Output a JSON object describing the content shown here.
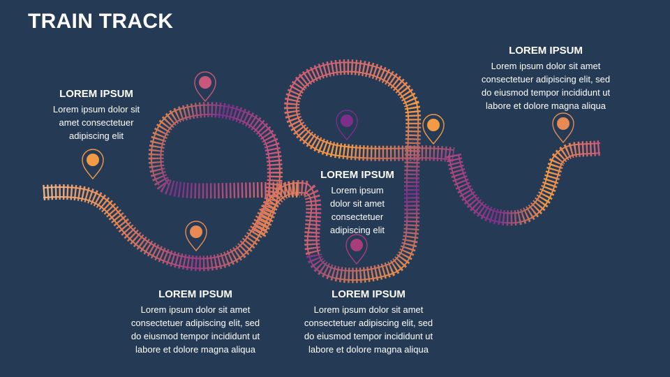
{
  "title": "TRAIN TRACK",
  "callouts": [
    {
      "heading": "LOREM IPSUM",
      "lines": [
        "Lorem ipsum dolor sit",
        "amet consectetuer",
        "adipiscing elit"
      ]
    },
    {
      "heading": "LOREM IPSUM",
      "lines": [
        "Lorem ipsum dolor sit amet",
        "consectetuer adipiscing elit, sed",
        "do eiusmod tempor incididunt ut",
        "labore et dolore magna aliqua"
      ]
    },
    {
      "heading": "LOREM IPSUM",
      "lines": [
        "Lorem ipsum",
        "dolor sit amet",
        "consectetuer",
        "adipiscing elit"
      ]
    },
    {
      "heading": "LOREM IPSUM",
      "lines": [
        "Lorem ipsum dolor sit amet",
        "consectetuer adipiscing elit, sed",
        "do eiusmod tempor incididunt ut",
        "labore et dolore magna aliqua"
      ]
    },
    {
      "heading": "LOREM IPSUM",
      "lines": [
        "Lorem ipsum dolor sit amet",
        "consectetuer adipiscing elit, sed",
        "do eiusmod tempor incididunt ut",
        "labore et dolore magna aliqua"
      ]
    }
  ],
  "colors": {
    "background": "#253a54",
    "orange": "#f39a45",
    "peach": "#f6b889",
    "rose": "#c8577a",
    "purple": "#7b2f8a",
    "magenta": "#a83d7c"
  }
}
